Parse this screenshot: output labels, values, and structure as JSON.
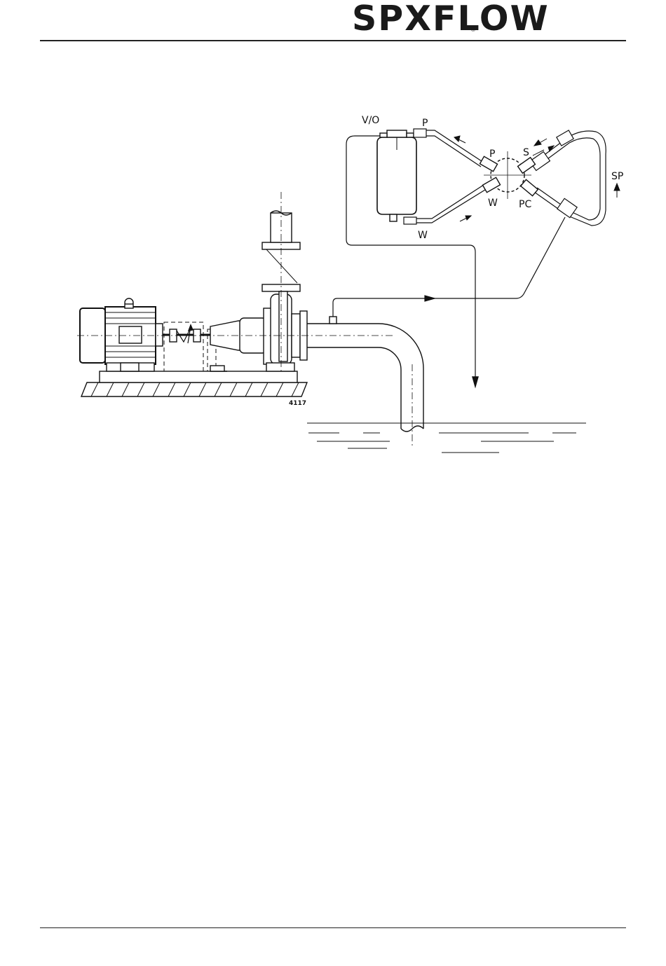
{
  "header": {
    "brand": "SPXFLOW",
    "registered_mark": "®"
  },
  "figure": {
    "number": "4117",
    "labels": {
      "vo": "V/O",
      "p_top": "P",
      "p_valve": "P",
      "s": "S",
      "w_valve": "W",
      "pc": "PC",
      "w_bottom": "W",
      "sp": "SP"
    }
  }
}
